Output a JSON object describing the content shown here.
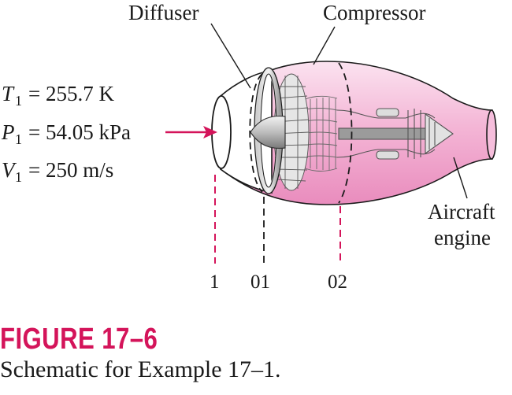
{
  "labels": {
    "diffuser": "Diffuser",
    "compressor": "Compressor",
    "aircraft": "Aircraft",
    "engine": "engine"
  },
  "inlet_state": {
    "t1": {
      "symbol": "T",
      "sub": "1",
      "value": "= 255.7 K"
    },
    "p1": {
      "symbol": "P",
      "sub": "1",
      "value": "= 54.05 kPa"
    },
    "v1": {
      "symbol": "V",
      "sub": "1",
      "value": "= 250 m/s"
    }
  },
  "stations": [
    "1",
    "01",
    "02"
  ],
  "figure": {
    "title": "FIGURE 17–6",
    "caption": "Schematic for Example 17–1."
  },
  "colors": {
    "accent": "#d4145a",
    "engine_fill": "#f6bedc",
    "ink": "#1a1a1a"
  }
}
